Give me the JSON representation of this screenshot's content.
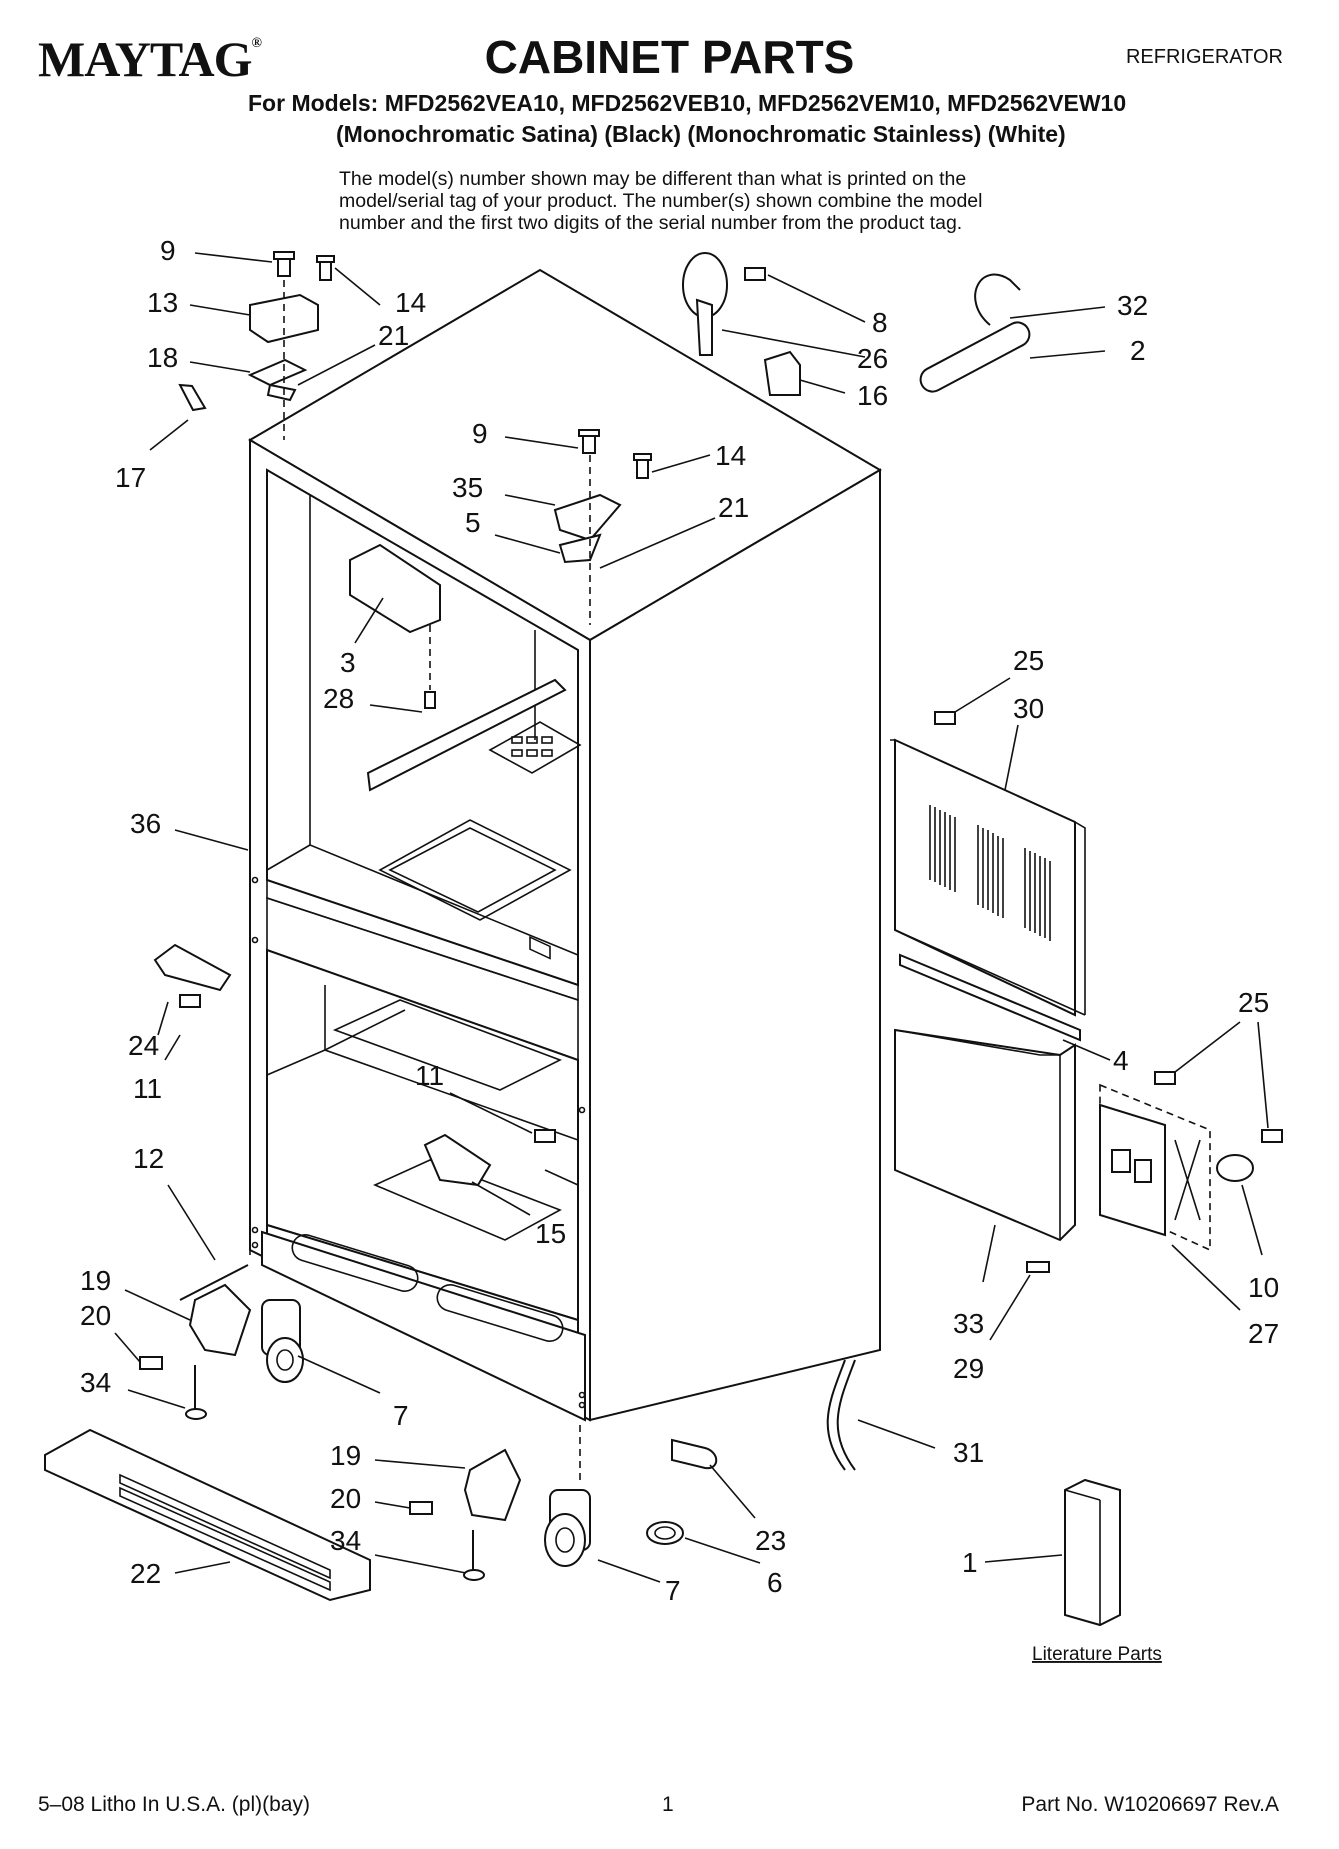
{
  "header": {
    "brand": "MAYTAG",
    "brand_mark": "®",
    "title": "CABINET PARTS",
    "category": "REFRIGERATOR",
    "models_line": "For Models: MFD2562VEA10, MFD2562VEB10, MFD2562VEM10, MFD2562VEW10",
    "finishes_line": "(Monochromatic Satina)   (Black) (Monochromatic Stainless) (White)",
    "note_lines": [
      "The model(s) number shown may be different than what is printed on the",
      "model/serial tag of your product. The number(s) shown combine the model",
      "number and the first two digits of the serial number from the product tag."
    ]
  },
  "diagram": {
    "callouts": [
      "9",
      "13",
      "14",
      "21",
      "18",
      "17",
      "8",
      "26",
      "16",
      "32",
      "2",
      "9",
      "14",
      "35",
      "21",
      "5",
      "3",
      "28",
      "25",
      "30",
      "36",
      "4",
      "25",
      "24",
      "11",
      "11",
      "12",
      "15",
      "19",
      "20",
      "34",
      "7",
      "10",
      "33",
      "27",
      "29",
      "31",
      "19",
      "20",
      "23",
      "34",
      "22",
      "7",
      "6",
      "1"
    ],
    "literature_caption": "Literature Parts"
  },
  "footer": {
    "left": "5–08 Litho In U.S.A. (pl)(bay)",
    "page": "1",
    "part_no": "Part No. W10206697 Rev.A"
  }
}
